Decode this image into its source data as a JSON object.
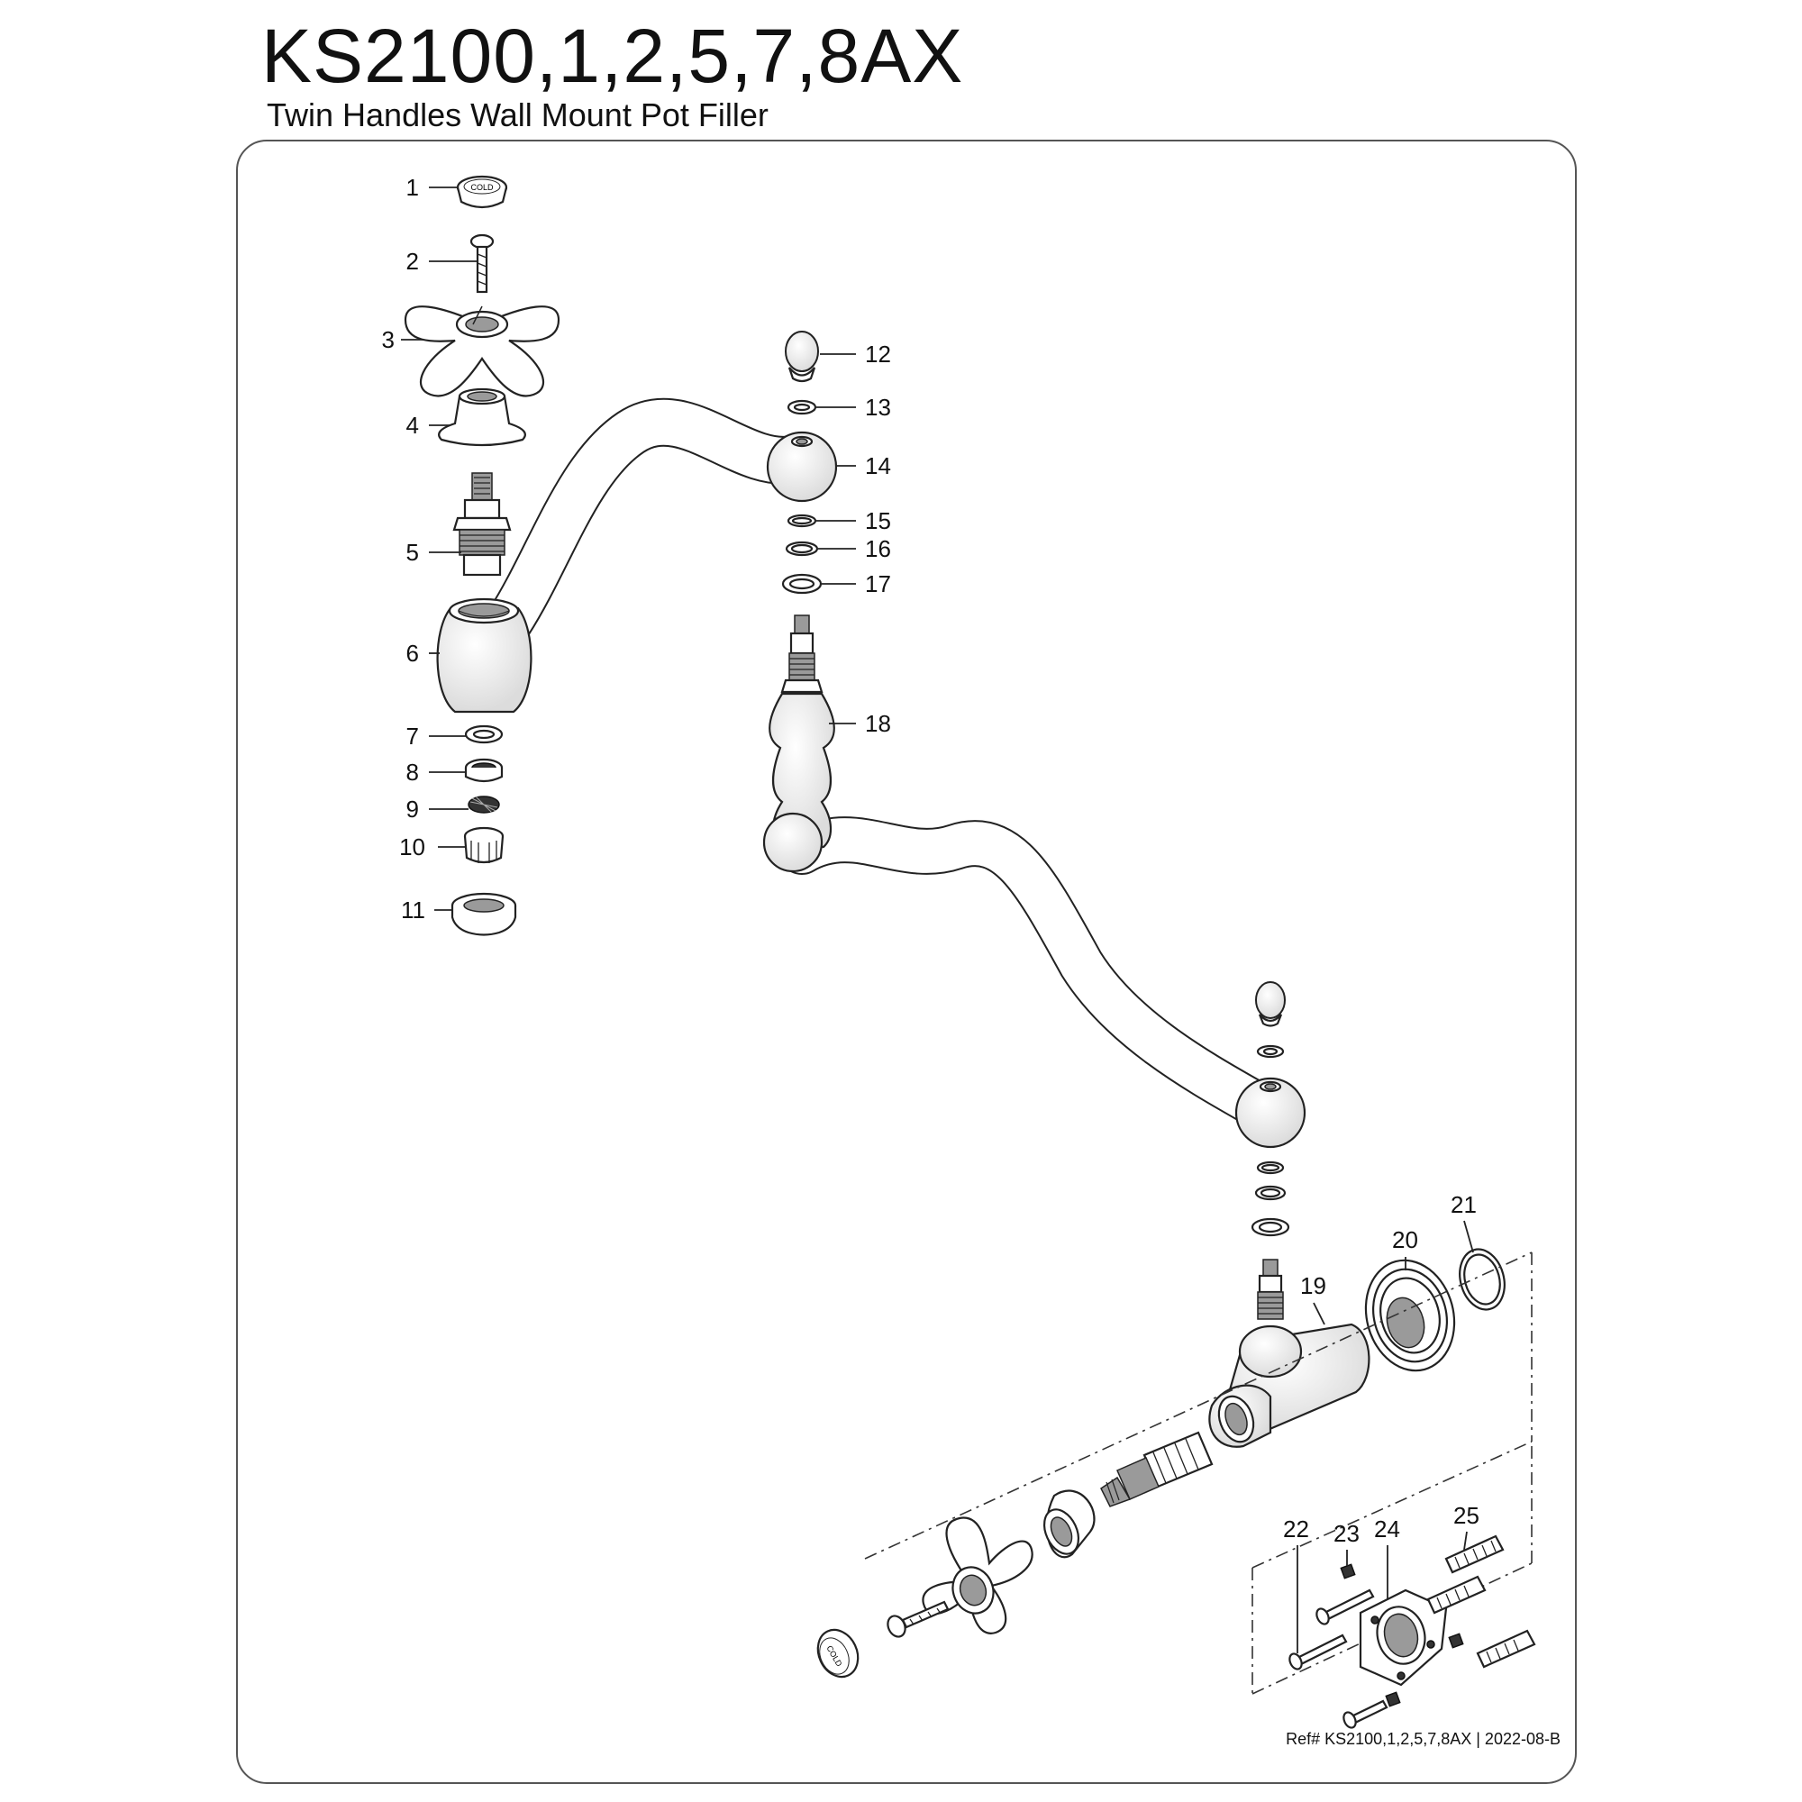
{
  "header": {
    "title": "KS2100,1,2,5,7,8AX",
    "subtitle": "Twin Handles Wall Mount Pot Filler"
  },
  "footer": {
    "reference": "Ref# KS2100,1,2,5,7,8AX | 2022-08-B"
  },
  "labels": {
    "cap_text": "COLD"
  },
  "callouts": [
    "1",
    "2",
    "3",
    "4",
    "5",
    "6",
    "7",
    "8",
    "9",
    "10",
    "11",
    "12",
    "13",
    "14",
    "15",
    "16",
    "17",
    "18",
    "19",
    "20",
    "21",
    "22",
    "23",
    "24",
    "25"
  ]
}
